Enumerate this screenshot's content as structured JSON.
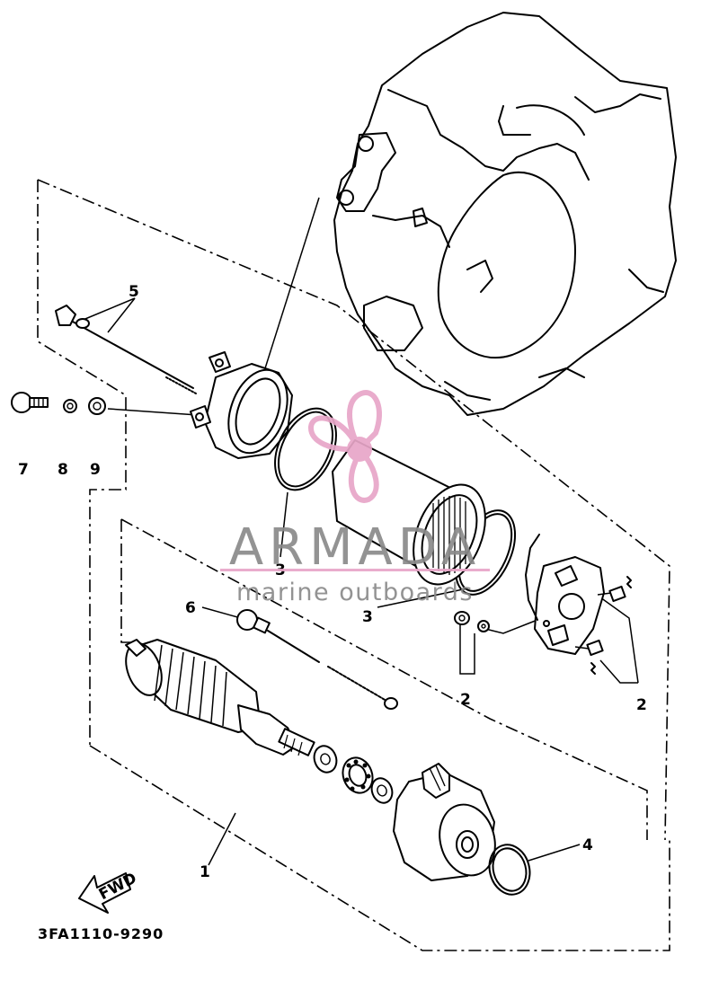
{
  "callouts": {
    "c1": "1",
    "c2a": "2",
    "c2b": "2",
    "c3a": "3",
    "c3b": "3",
    "c4": "4",
    "c5": "5",
    "c6": "6",
    "c7": "7",
    "c8": "8",
    "c9": "9"
  },
  "fwd_label": "FWD",
  "diagram_code": "3FA1110-9290",
  "watermark": {
    "brand": "ARMADA",
    "tagline": "marine outboards",
    "color": "#e8a6c8",
    "text_color": "#8a8a8a"
  }
}
